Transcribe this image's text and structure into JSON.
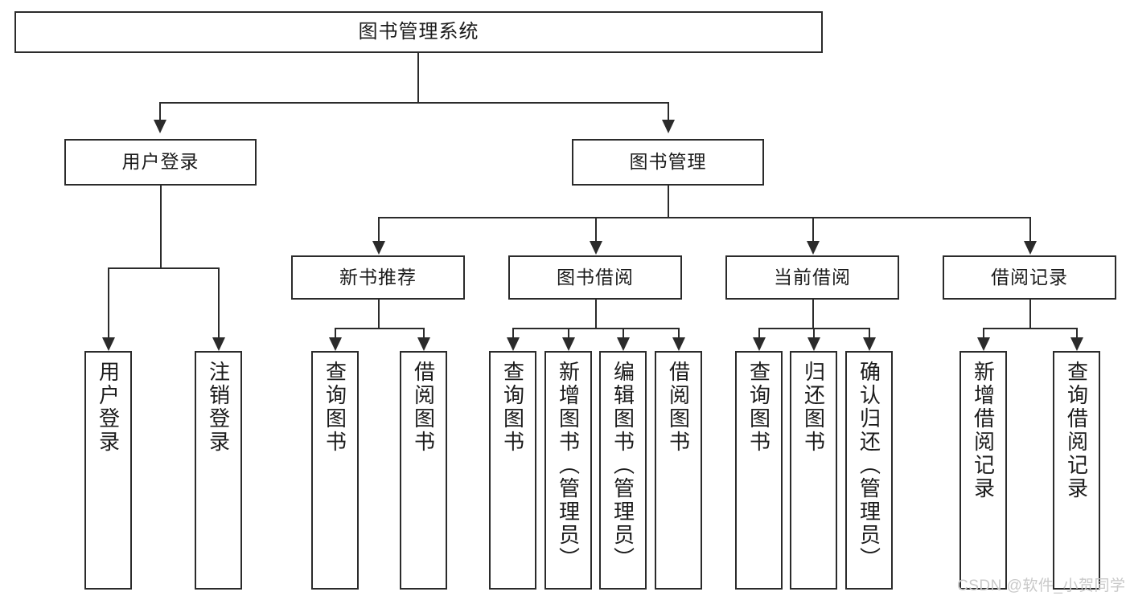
{
  "diagram": {
    "title": "图书管理系统",
    "root": {
      "label": "图书管理系统"
    },
    "level2": [
      {
        "label": "用户登录"
      },
      {
        "label": "图书管理"
      }
    ],
    "level3": [
      {
        "label": "新书推荐"
      },
      {
        "label": "图书借阅"
      },
      {
        "label": "当前借阅"
      },
      {
        "label": "借阅记录"
      }
    ],
    "leaves": {
      "user_login": [
        {
          "label": "用户登录"
        },
        {
          "label": "注销登录"
        }
      ],
      "new_book_recommend": [
        {
          "label": "查询图书"
        },
        {
          "label": "借阅图书"
        }
      ],
      "book_borrow": [
        {
          "label": "查询图书"
        },
        {
          "label": "新增图书（管理员）"
        },
        {
          "label": "编辑图书（管理员）"
        },
        {
          "label": "借阅图书"
        }
      ],
      "current_borrow": [
        {
          "label": "查询图书"
        },
        {
          "label": "归还图书"
        },
        {
          "label": "确认归还（管理员）"
        }
      ],
      "borrow_record": [
        {
          "label": "新增借阅记录"
        },
        {
          "label": "查询借阅记录"
        }
      ]
    }
  },
  "watermark": {
    "text": "CSDN @软件_小贺同学"
  },
  "colors": {
    "stroke": "#2b2b2b",
    "background": "#ffffff",
    "watermark": "#c9c9c9"
  }
}
